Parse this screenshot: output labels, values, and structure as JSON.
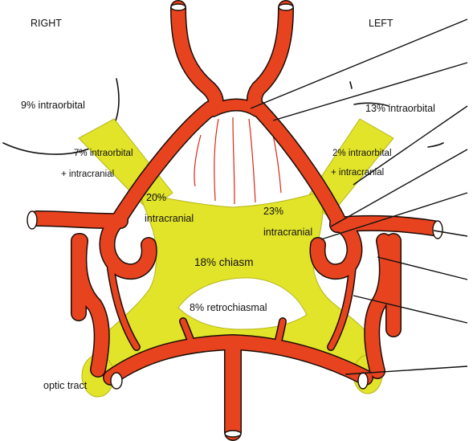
{
  "side_labels": {
    "right": "RIGHT",
    "left": "LEFT"
  },
  "region_labels": {
    "right_intraorbital": "9% intraorbital",
    "left_intraorbital": "13% intraorbital",
    "right_canal_line1": "7% intraorbital",
    "right_canal_line2": "+ intracranial",
    "left_canal_line1": "2% intraorbital",
    "left_canal_line2": "+ intracranial",
    "right_intracranial_pct": "20%",
    "right_intracranial_word": "intracranial",
    "left_intracranial_pct": "23%",
    "left_intracranial_word": "intracranial",
    "chiasm": "18% chiasm",
    "retrochiasmal": "8% retrochiasmal",
    "optic_tract": "optic tract"
  },
  "colors": {
    "nerve_yellow": "#e2e429",
    "artery_red": "#e8431f",
    "outline": "#111111"
  }
}
